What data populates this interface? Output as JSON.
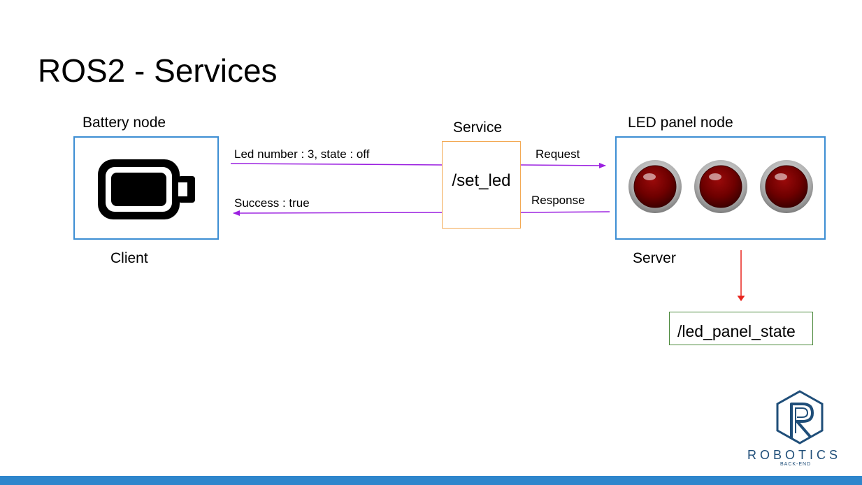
{
  "title": "ROS2 - Services",
  "client": {
    "node_label": "Battery node",
    "role_label": "Client",
    "icon": "battery-icon"
  },
  "service": {
    "header": "Service",
    "name": "/set_led"
  },
  "server": {
    "node_label": "LED panel node",
    "role_label": "Server",
    "leds": [
      "led-icon",
      "led-icon",
      "led-icon"
    ]
  },
  "messages": {
    "request_payload": "Led number : 3, state : off",
    "request_label": "Request",
    "response_payload": "Success : true",
    "response_label": "Response"
  },
  "topic": {
    "name": "/led_panel_state"
  },
  "logo": {
    "text": "ROBOTICS",
    "subtext": "BACK-END"
  },
  "colors": {
    "node_border": "#3d8ed3",
    "service_border": "#f3a953",
    "topic_border": "#4d8a3d",
    "message_arrow": "#9b20e0",
    "publish_arrow": "#e8261f",
    "led": "#7a0000",
    "logo": "#1f4e79",
    "bottom_bar": "#2e86cc"
  }
}
